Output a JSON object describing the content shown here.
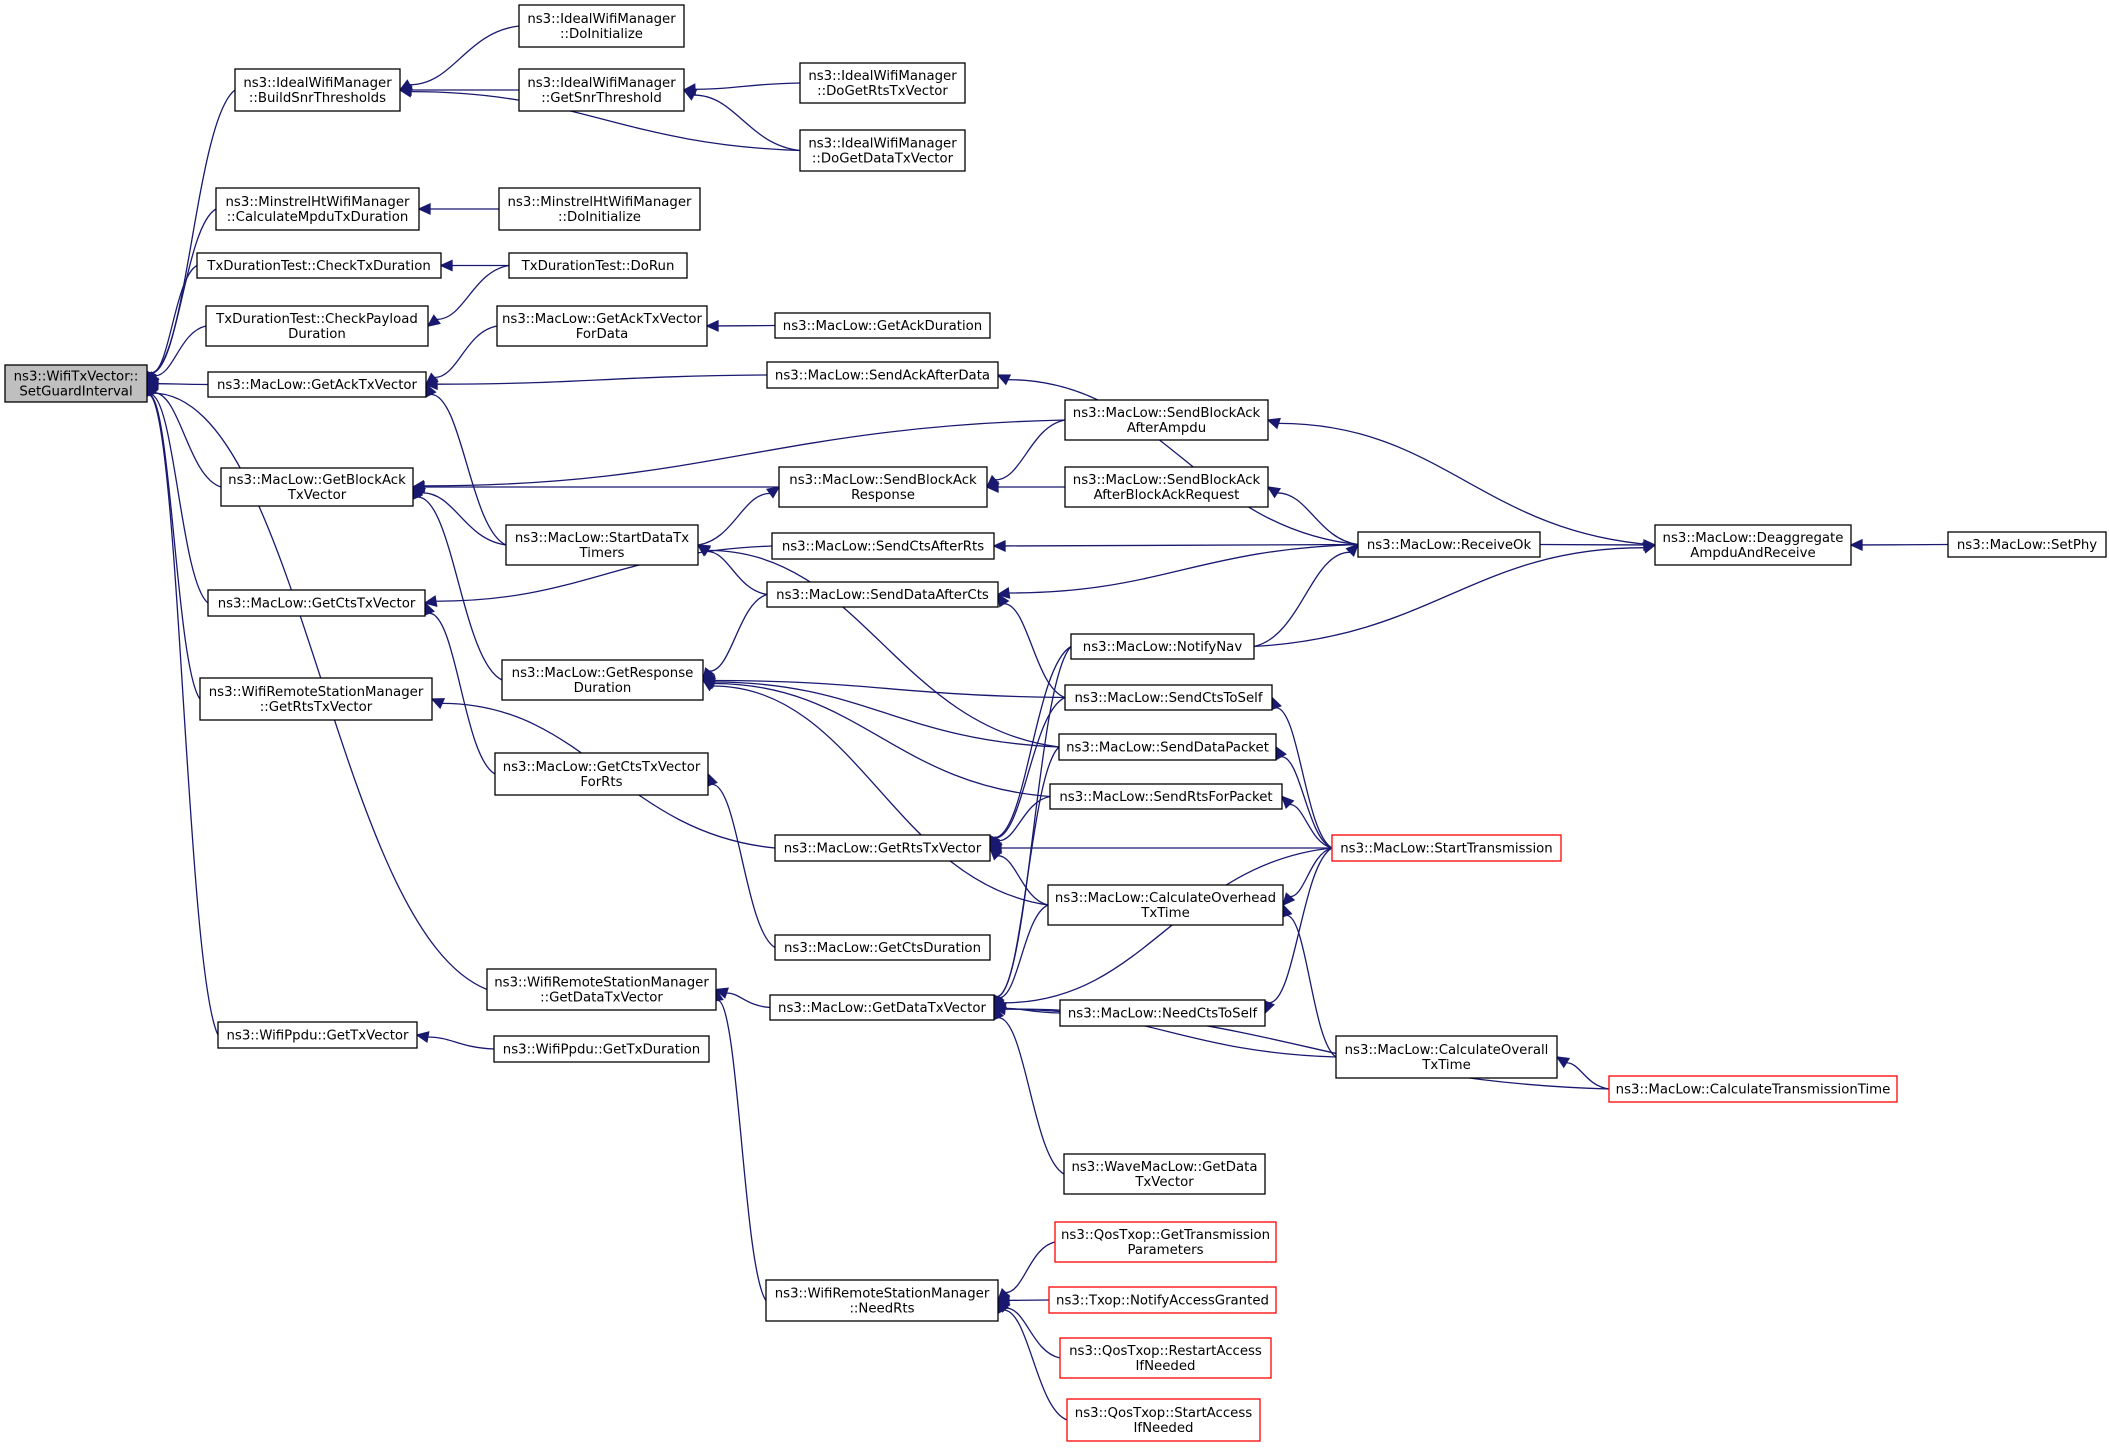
{
  "graph": {
    "kind": "caller-graph",
    "colors": {
      "edge": "#191970",
      "node_border": "#000000",
      "truncated_border": "#ff0000",
      "root_fill": "#bfbfbf"
    },
    "nodes": [
      {
        "id": "n0",
        "lines": [
          "ns3::WifiTxVector::",
          "SetGuardInterval"
        ],
        "root": true
      },
      {
        "id": "n1",
        "lines": [
          "ns3::IdealWifiManager",
          "::BuildSnrThresholds"
        ]
      },
      {
        "id": "n2",
        "lines": [
          "ns3::IdealWifiManager",
          "::DoInitialize"
        ]
      },
      {
        "id": "n3",
        "lines": [
          "ns3::IdealWifiManager",
          "::GetSnrThreshold"
        ]
      },
      {
        "id": "n4",
        "lines": [
          "ns3::IdealWifiManager",
          "::DoGetRtsTxVector"
        ]
      },
      {
        "id": "n5",
        "lines": [
          "ns3::IdealWifiManager",
          "::DoGetDataTxVector"
        ]
      },
      {
        "id": "n6",
        "lines": [
          "ns3::MinstrelHtWifiManager",
          "::CalculateMpduTxDuration"
        ]
      },
      {
        "id": "n7",
        "lines": [
          "ns3::MinstrelHtWifiManager",
          "::DoInitialize"
        ]
      },
      {
        "id": "n8",
        "lines": [
          "TxDurationTest::CheckTxDuration"
        ]
      },
      {
        "id": "n9",
        "lines": [
          "TxDurationTest::DoRun"
        ]
      },
      {
        "id": "n10",
        "lines": [
          "TxDurationTest::CheckPayload",
          "Duration"
        ]
      },
      {
        "id": "n11",
        "lines": [
          "ns3::MacLow::GetAckTxVector",
          "ForData"
        ]
      },
      {
        "id": "n12",
        "lines": [
          "ns3::MacLow::GetAckDuration"
        ]
      },
      {
        "id": "n13",
        "lines": [
          "ns3::MacLow::GetAckTxVector"
        ]
      },
      {
        "id": "n14",
        "lines": [
          "ns3::MacLow::SendAckAfterData"
        ]
      },
      {
        "id": "n15",
        "lines": [
          "ns3::MacLow::SendBlockAck",
          "AfterAmpdu"
        ]
      },
      {
        "id": "n16",
        "lines": [
          "ns3::MacLow::GetBlockAck",
          "TxVector"
        ]
      },
      {
        "id": "n17",
        "lines": [
          "ns3::MacLow::SendBlockAck",
          "Response"
        ]
      },
      {
        "id": "n18",
        "lines": [
          "ns3::MacLow::SendBlockAck",
          "AfterBlockAckRequest"
        ]
      },
      {
        "id": "n19",
        "lines": [
          "ns3::MacLow::Deaggregate",
          "AmpduAndReceive"
        ]
      },
      {
        "id": "n20",
        "lines": [
          "ns3::MacLow::SetPhy"
        ]
      },
      {
        "id": "n21",
        "lines": [
          "ns3::MacLow::StartDataTx",
          "Timers"
        ]
      },
      {
        "id": "n22",
        "lines": [
          "ns3::MacLow::SendCtsAfterRts"
        ]
      },
      {
        "id": "n23",
        "lines": [
          "ns3::MacLow::ReceiveOk"
        ]
      },
      {
        "id": "n24",
        "lines": [
          "ns3::MacLow::GetCtsTxVector"
        ]
      },
      {
        "id": "n25",
        "lines": [
          "ns3::MacLow::SendDataAfterCts"
        ]
      },
      {
        "id": "n26",
        "lines": [
          "ns3::MacLow::NotifyNav"
        ]
      },
      {
        "id": "n27",
        "lines": [
          "ns3::MacLow::GetResponse",
          "Duration"
        ]
      },
      {
        "id": "n28",
        "lines": [
          "ns3::MacLow::SendCtsToSelf"
        ]
      },
      {
        "id": "n29",
        "lines": [
          "ns3::WifiRemoteStationManager",
          "::GetRtsTxVector"
        ]
      },
      {
        "id": "n30",
        "lines": [
          "ns3::MacLow::SendDataPacket"
        ]
      },
      {
        "id": "n31",
        "lines": [
          "ns3::MacLow::GetCtsTxVector",
          "ForRts"
        ]
      },
      {
        "id": "n32",
        "lines": [
          "ns3::MacLow::SendRtsForPacket"
        ]
      },
      {
        "id": "n33",
        "lines": [
          "ns3::MacLow::GetRtsTxVector"
        ]
      },
      {
        "id": "n34",
        "lines": [
          "ns3::MacLow::StartTransmission"
        ],
        "truncated": true
      },
      {
        "id": "n35",
        "lines": [
          "ns3::MacLow::CalculateOverhead",
          "TxTime"
        ]
      },
      {
        "id": "n36",
        "lines": [
          "ns3::MacLow::GetCtsDuration"
        ]
      },
      {
        "id": "n37",
        "lines": [
          "ns3::WifiRemoteStationManager",
          "::GetDataTxVector"
        ]
      },
      {
        "id": "n38",
        "lines": [
          "ns3::MacLow::GetDataTxVector"
        ]
      },
      {
        "id": "n39",
        "lines": [
          "ns3::MacLow::NeedCtsToSelf"
        ]
      },
      {
        "id": "n40",
        "lines": [
          "ns3::WifiPpdu::GetTxVector"
        ]
      },
      {
        "id": "n41",
        "lines": [
          "ns3::WifiPpdu::GetTxDuration"
        ]
      },
      {
        "id": "n42",
        "lines": [
          "ns3::MacLow::CalculateOverall",
          "TxTime"
        ]
      },
      {
        "id": "n43",
        "lines": [
          "ns3::MacLow::CalculateTransmissionTime"
        ],
        "truncated": true
      },
      {
        "id": "n44",
        "lines": [
          "ns3::WaveMacLow::GetData",
          "TxVector"
        ]
      },
      {
        "id": "n45",
        "lines": [
          "ns3::QosTxop::GetTransmission",
          "Parameters"
        ],
        "truncated": true
      },
      {
        "id": "n46",
        "lines": [
          "ns3::WifiRemoteStationManager",
          "::NeedRts"
        ]
      },
      {
        "id": "n47",
        "lines": [
          "ns3::Txop::NotifyAccessGranted"
        ],
        "truncated": true
      },
      {
        "id": "n48",
        "lines": [
          "ns3::QosTxop::RestartAccess",
          "IfNeeded"
        ],
        "truncated": true
      },
      {
        "id": "n49",
        "lines": [
          "ns3::QosTxop::StartAccess",
          "IfNeeded"
        ],
        "truncated": true
      }
    ],
    "edges": [
      [
        "n1",
        "n0"
      ],
      [
        "n2",
        "n1"
      ],
      [
        "n3",
        "n1"
      ],
      [
        "n4",
        "n3"
      ],
      [
        "n5",
        "n3"
      ],
      [
        "n5",
        "n1"
      ],
      [
        "n6",
        "n0"
      ],
      [
        "n7",
        "n6"
      ],
      [
        "n8",
        "n0"
      ],
      [
        "n9",
        "n8"
      ],
      [
        "n10",
        "n0"
      ],
      [
        "n9",
        "n10"
      ],
      [
        "n13",
        "n0"
      ],
      [
        "n11",
        "n13"
      ],
      [
        "n12",
        "n11"
      ],
      [
        "n14",
        "n13"
      ],
      [
        "n23",
        "n14"
      ],
      [
        "n21",
        "n13"
      ],
      [
        "n16",
        "n0"
      ],
      [
        "n15",
        "n16"
      ],
      [
        "n17",
        "n16"
      ],
      [
        "n21",
        "n16"
      ],
      [
        "n27",
        "n16"
      ],
      [
        "n18",
        "n17"
      ],
      [
        "n15",
        "n17"
      ],
      [
        "n21",
        "n17"
      ],
      [
        "n23",
        "n18"
      ],
      [
        "n19",
        "n15"
      ],
      [
        "n23",
        "n19"
      ],
      [
        "n20",
        "n19"
      ],
      [
        "n24",
        "n0"
      ],
      [
        "n22",
        "n24"
      ],
      [
        "n31",
        "n24"
      ],
      [
        "n23",
        "n22"
      ],
      [
        "n25",
        "n21"
      ],
      [
        "n30",
        "n21"
      ],
      [
        "n23",
        "n25"
      ],
      [
        "n28",
        "n25"
      ],
      [
        "n26",
        "n23"
      ],
      [
        "n26",
        "n19"
      ],
      [
        "n25",
        "n27"
      ],
      [
        "n28",
        "n27"
      ],
      [
        "n30",
        "n27"
      ],
      [
        "n32",
        "n27"
      ],
      [
        "n35",
        "n27"
      ],
      [
        "n29",
        "n0"
      ],
      [
        "n33",
        "n29"
      ],
      [
        "n26",
        "n33"
      ],
      [
        "n28",
        "n33"
      ],
      [
        "n32",
        "n33"
      ],
      [
        "n34",
        "n33"
      ],
      [
        "n35",
        "n33"
      ],
      [
        "n34",
        "n28"
      ],
      [
        "n34",
        "n30"
      ],
      [
        "n34",
        "n32"
      ],
      [
        "n34",
        "n35"
      ],
      [
        "n42",
        "n35"
      ],
      [
        "n36",
        "n31"
      ],
      [
        "n37",
        "n0"
      ],
      [
        "n38",
        "n37"
      ],
      [
        "n46",
        "n37"
      ],
      [
        "n26",
        "n38"
      ],
      [
        "n30",
        "n38"
      ],
      [
        "n35",
        "n38"
      ],
      [
        "n34",
        "n38"
      ],
      [
        "n39",
        "n38"
      ],
      [
        "n42",
        "n38"
      ],
      [
        "n43",
        "n38"
      ],
      [
        "n44",
        "n38"
      ],
      [
        "n34",
        "n39"
      ],
      [
        "n43",
        "n42"
      ],
      [
        "n40",
        "n0"
      ],
      [
        "n41",
        "n40"
      ],
      [
        "n45",
        "n46"
      ],
      [
        "n47",
        "n46"
      ],
      [
        "n48",
        "n46"
      ],
      [
        "n49",
        "n46"
      ]
    ]
  }
}
